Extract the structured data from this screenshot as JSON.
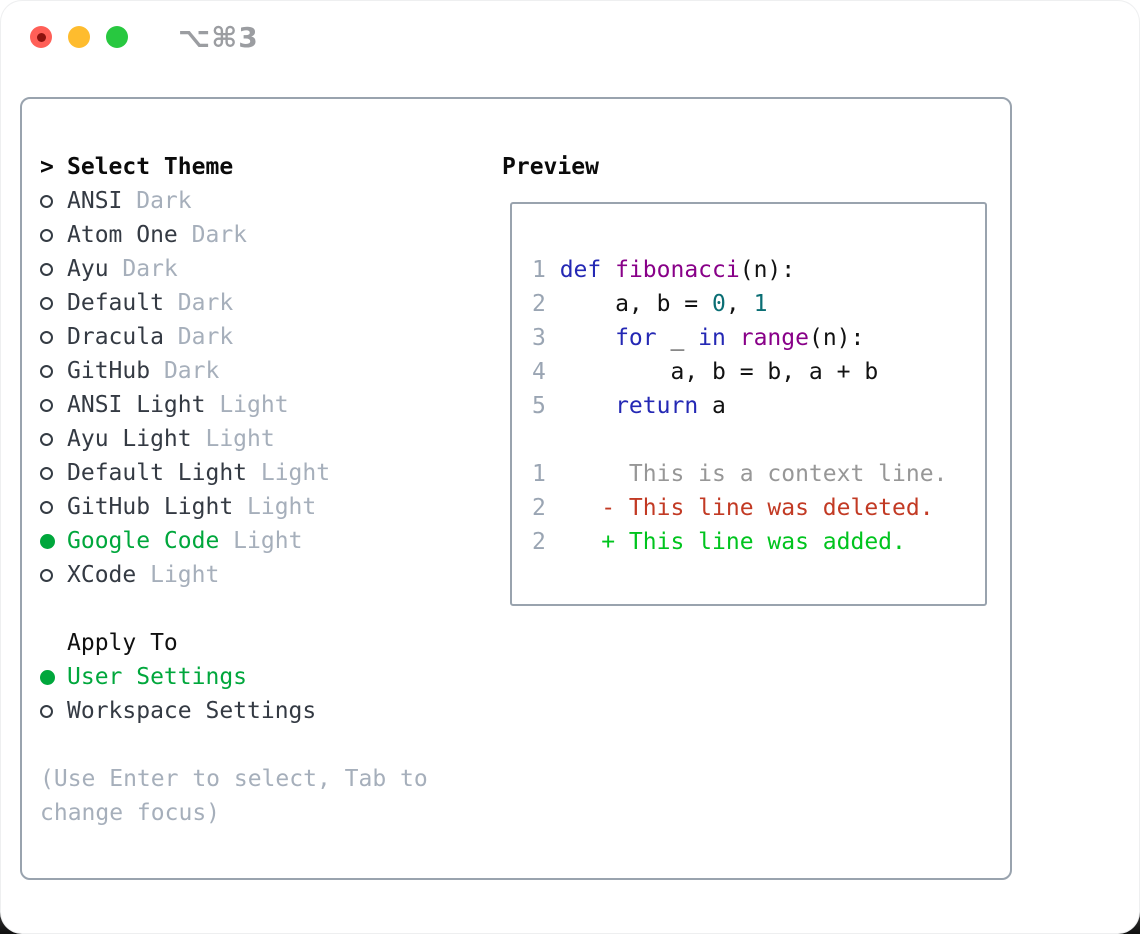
{
  "window": {
    "title": "⌥⌘3",
    "traffic_lights": [
      "close",
      "minimize",
      "zoom"
    ]
  },
  "theme_list": {
    "header_marker": ">",
    "header": "Select Theme",
    "items": [
      {
        "name": "ANSI",
        "variant": "Dark",
        "selected": false
      },
      {
        "name": "Atom One",
        "variant": "Dark",
        "selected": false
      },
      {
        "name": "Ayu",
        "variant": "Dark",
        "selected": false
      },
      {
        "name": "Default",
        "variant": "Dark",
        "selected": false
      },
      {
        "name": "Dracula",
        "variant": "Dark",
        "selected": false
      },
      {
        "name": "GitHub",
        "variant": "Dark",
        "selected": false
      },
      {
        "name": "ANSI Light",
        "variant": "Light",
        "selected": false
      },
      {
        "name": "Ayu Light",
        "variant": "Light",
        "selected": false
      },
      {
        "name": "Default Light",
        "variant": "Light",
        "selected": false
      },
      {
        "name": "GitHub Light",
        "variant": "Light",
        "selected": false
      },
      {
        "name": "Google Code",
        "variant": "Light",
        "selected": true
      },
      {
        "name": "XCode",
        "variant": "Light",
        "selected": false
      }
    ]
  },
  "apply_to": {
    "header": "Apply To",
    "options": [
      {
        "label": "User Settings",
        "selected": true
      },
      {
        "label": "Workspace Settings",
        "selected": false
      }
    ]
  },
  "help_text": "(Use Enter to select, Tab to change focus)",
  "preview": {
    "header": "Preview",
    "lines": [
      {
        "num": "1",
        "tokens": [
          {
            "c": "kwd",
            "t": "def"
          },
          {
            "c": "pln",
            "t": " "
          },
          {
            "c": "fn",
            "t": "fibonacci"
          },
          {
            "c": "pln",
            "t": "(n):"
          }
        ]
      },
      {
        "num": "2",
        "tokens": [
          {
            "c": "pln",
            "t": "    a, b = "
          },
          {
            "c": "lit",
            "t": "0"
          },
          {
            "c": "pln",
            "t": ", "
          },
          {
            "c": "lit",
            "t": "1"
          }
        ]
      },
      {
        "num": "3",
        "tokens": [
          {
            "c": "pln",
            "t": "    "
          },
          {
            "c": "kwd",
            "t": "for"
          },
          {
            "c": "pln",
            "t": " _ "
          },
          {
            "c": "kwd",
            "t": "in"
          },
          {
            "c": "pln",
            "t": " "
          },
          {
            "c": "fn",
            "t": "range"
          },
          {
            "c": "pln",
            "t": "(n):"
          }
        ]
      },
      {
        "num": "4",
        "tokens": [
          {
            "c": "pln",
            "t": "        a, b = b, a + b"
          }
        ]
      },
      {
        "num": "5",
        "tokens": [
          {
            "c": "pln",
            "t": "    "
          },
          {
            "c": "kwd",
            "t": "return"
          },
          {
            "c": "pln",
            "t": " a"
          }
        ]
      },
      {
        "num": "",
        "tokens": []
      },
      {
        "num": "1",
        "tokens": [
          {
            "c": "ctx",
            "t": "     This is a context line."
          }
        ]
      },
      {
        "num": "2",
        "tokens": [
          {
            "c": "pln",
            "t": "   "
          },
          {
            "c": "del",
            "t": "- This line was deleted."
          }
        ]
      },
      {
        "num": "2",
        "tokens": [
          {
            "c": "pln",
            "t": "   "
          },
          {
            "c": "add",
            "t": "+ This line was added."
          }
        ]
      }
    ]
  },
  "colors": {
    "selection_green": "#00a73c",
    "added_green": "#00c41e",
    "deleted_red": "#c23a24",
    "keyword_blue": "#2428b4",
    "function_purple": "#880088",
    "literal_teal": "#0a6e74",
    "plain_code": "#121212",
    "line_number_gray": "#9aa5b3",
    "context_gray": "#979797",
    "text_dark": "#343a43",
    "muted_gray": "#a6afbb",
    "border_gray": "#99a3ae",
    "title_gray": "#9b9da1",
    "traffic_red": "#ff5f57",
    "traffic_red_inner": "#8c120e",
    "traffic_yellow": "#febc2e",
    "traffic_green": "#28c840"
  }
}
